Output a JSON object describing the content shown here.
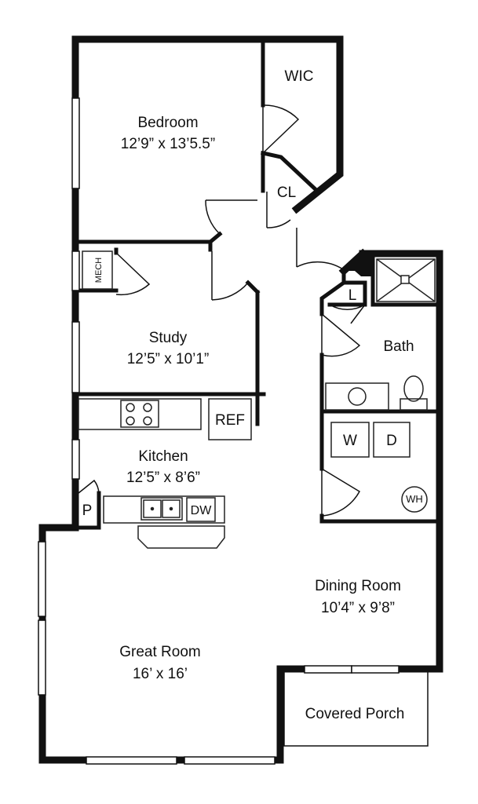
{
  "rooms": {
    "wic": {
      "name": "WIC"
    },
    "bedroom": {
      "name": "Bedroom",
      "dims": "12’9” x 13’5.5”"
    },
    "closet": {
      "name": "CL"
    },
    "mech": {
      "name": "MECH"
    },
    "study": {
      "name": "Study",
      "dims": "12’5” x 10’1”"
    },
    "linen": {
      "name": "L"
    },
    "bath": {
      "name": "Bath"
    },
    "refrigerator": {
      "name": "REF"
    },
    "kitchen": {
      "name": "Kitchen",
      "dims": "12’5” x 8’6”"
    },
    "washer": {
      "name": "W"
    },
    "dryer": {
      "name": "D"
    },
    "water_heater": {
      "name": "WH"
    },
    "pantry": {
      "name": "P"
    },
    "dishwasher": {
      "name": "DW"
    },
    "dining_room": {
      "name": "Dining Room",
      "dims": "10’4” x 9’8”"
    },
    "great_room": {
      "name": "Great Room",
      "dims": "16’ x 16’"
    },
    "covered_porch": {
      "name": "Covered Porch"
    }
  },
  "colors": {
    "wall": "#111111",
    "fixture": "#222222",
    "background": "#ffffff"
  }
}
